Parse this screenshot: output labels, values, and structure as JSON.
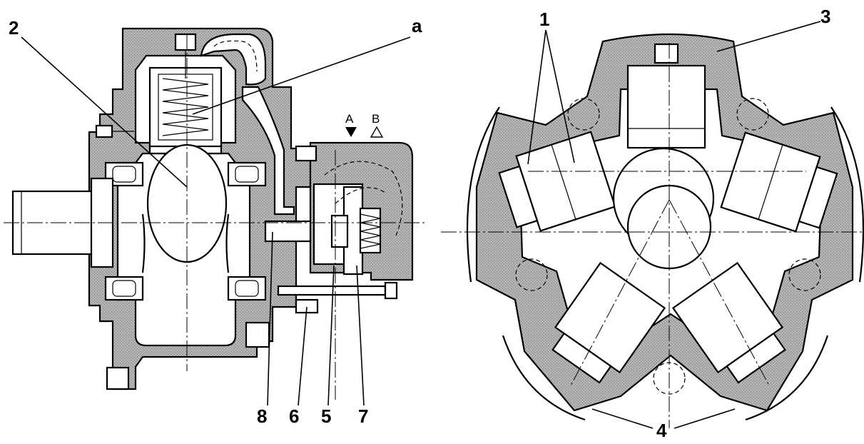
{
  "diagram": {
    "callouts": {
      "n1": "1",
      "n2": "2",
      "n3": "3",
      "n4": "4",
      "n5": "5",
      "n6": "6",
      "n7": "7",
      "n8": "8",
      "na": "a"
    },
    "ports": {
      "A": "A",
      "B": "B"
    },
    "colors": {
      "ink": "#000000",
      "housing_fill": "#9a9a9a",
      "background": "#ffffff"
    }
  }
}
